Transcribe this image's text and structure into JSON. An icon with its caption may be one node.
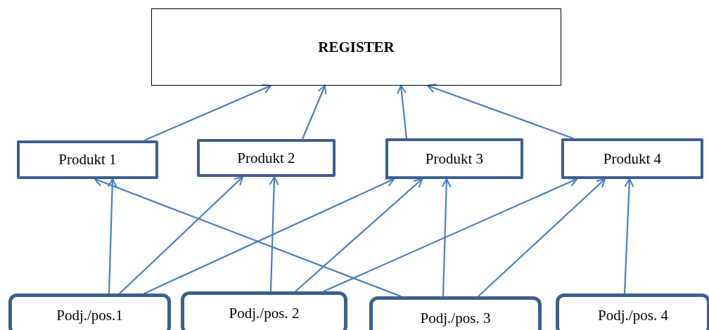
{
  "diagram": {
    "nodes": [
      {
        "text": [
          "REGISTER"
        ]
      },
      {
        "text": [
          "Produkt 1"
        ]
      },
      {
        "text": [
          "Produkt 2"
        ]
      },
      {
        "text": [
          "Produkt 3"
        ]
      },
      {
        "text": [
          "Produkt 4"
        ]
      },
      {
        "text": [
          "Podj./pos.1"
        ]
      },
      {
        "text": [
          "Podj./pos. 2"
        ]
      },
      {
        "text": [
          "Podj./pos. 3"
        ]
      },
      {
        "text": [
          "Podj./pos. 4"
        ]
      }
    ],
    "edges": [
      {
        "from": 1,
        "to": 0,
        "arrow": "to"
      },
      {
        "from": 2,
        "to": 0,
        "arrow": "to"
      },
      {
        "from": 3,
        "to": 0,
        "arrow": "to"
      },
      {
        "from": 4,
        "to": 0,
        "arrow": "to"
      },
      {
        "from": 5,
        "to": 1,
        "arrow": "to"
      },
      {
        "from": 5,
        "to": 2,
        "arrow": "to"
      },
      {
        "from": 5,
        "to": 3,
        "arrow": "to"
      },
      {
        "from": 6,
        "to": 2,
        "arrow": "to"
      },
      {
        "from": 6,
        "to": 3,
        "arrow": "to"
      },
      {
        "from": 6,
        "to": 4,
        "arrow": "to"
      },
      {
        "from": 7,
        "to": 1,
        "arrow": "to"
      },
      {
        "from": 7,
        "to": 3,
        "arrow": "to"
      },
      {
        "from": 7,
        "to": 4,
        "arrow": "to"
      },
      {
        "from": 8,
        "to": 4,
        "arrow": "to"
      }
    ]
  }
}
